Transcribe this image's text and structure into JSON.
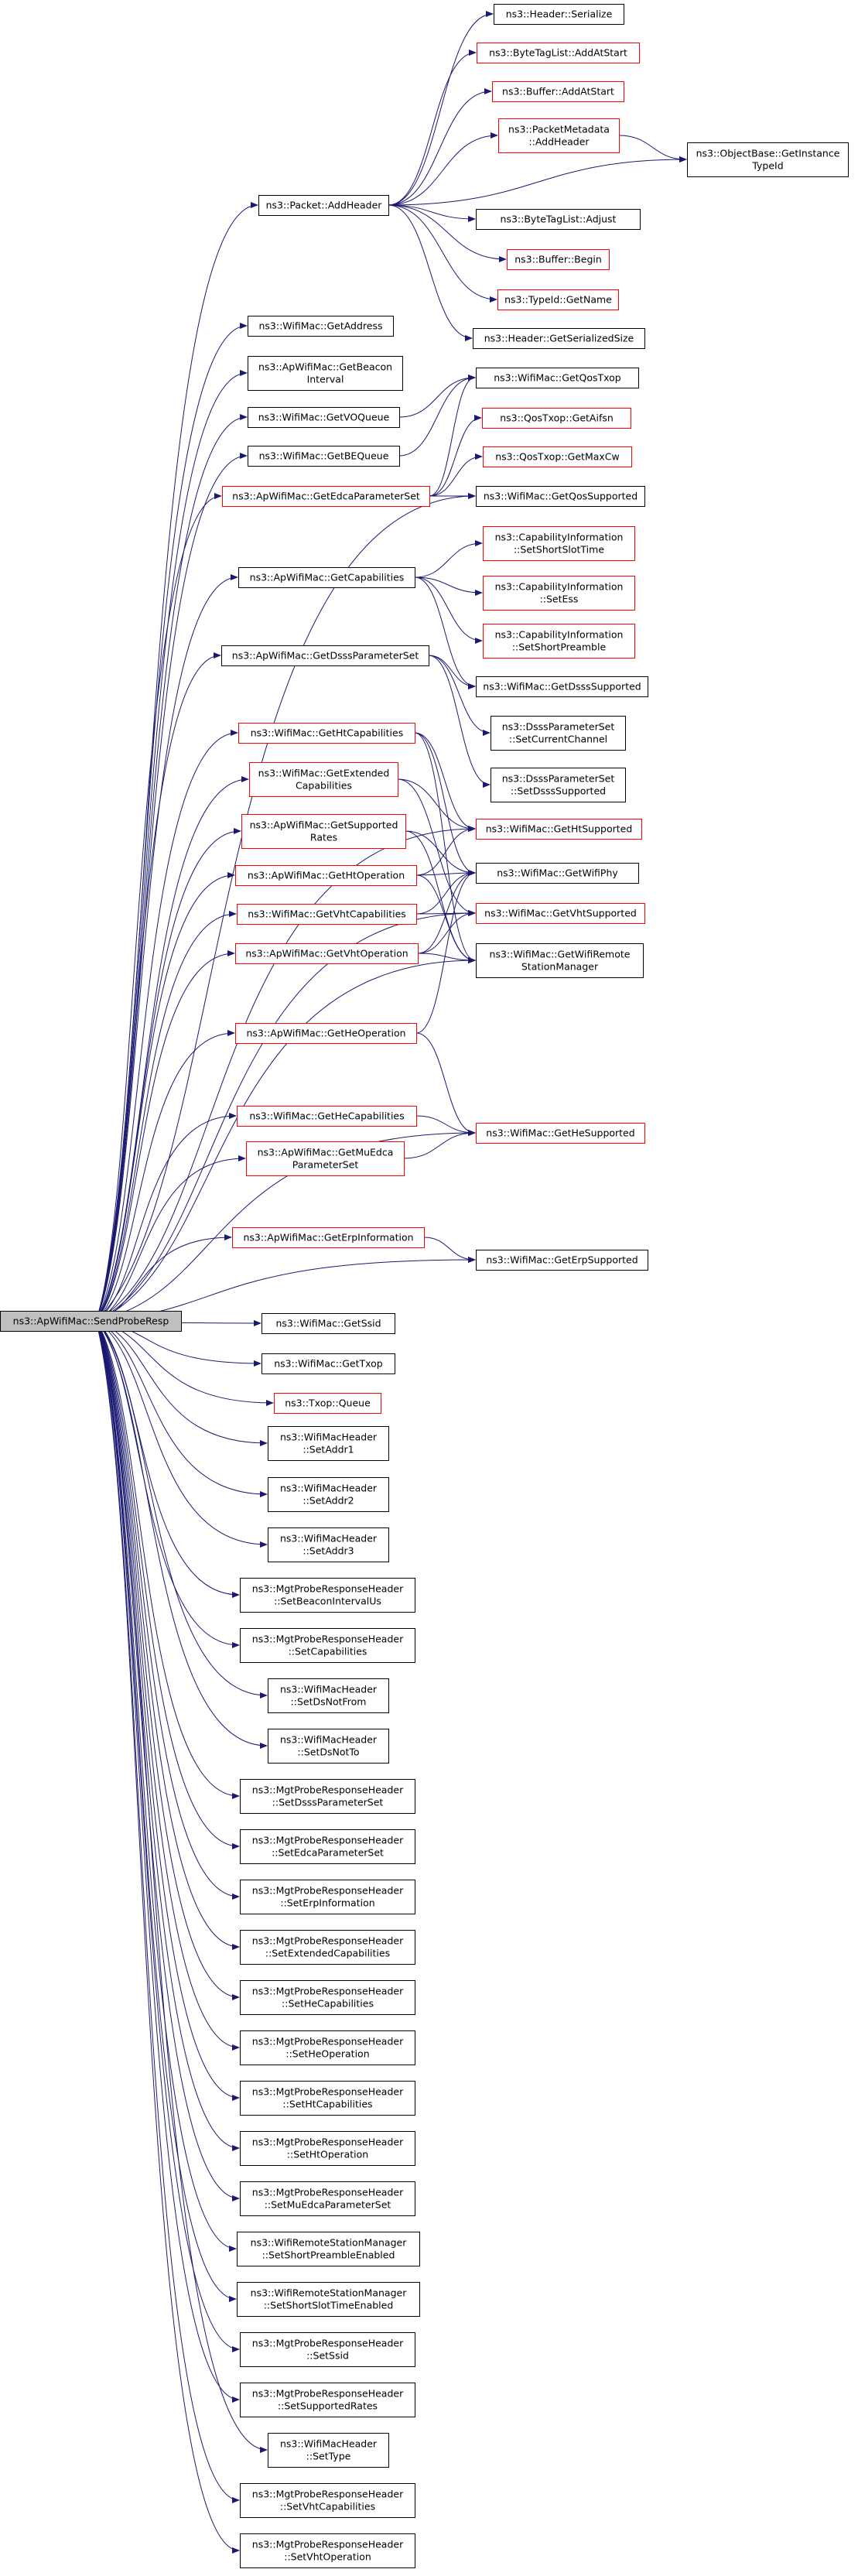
{
  "root": {
    "id": "SendProbeResp",
    "label": "ns3::ApWifiMac::SendProbeResp"
  },
  "colors": {
    "edge": "#191970",
    "border_black": "#000000",
    "border_red": "#ff0000",
    "root_fill": "#bfbfbf",
    "node_fill": "#ffffff"
  },
  "nodes": [
    {
      "id": "AddHeader",
      "lines": [
        "ns3::Packet::AddHeader"
      ],
      "border": "black"
    },
    {
      "id": "Serialize",
      "lines": [
        "ns3::Header::Serialize"
      ],
      "border": "black"
    },
    {
      "id": "BTLAddAtStart",
      "lines": [
        "ns3::ByteTagList::AddAtStart"
      ],
      "border": "red"
    },
    {
      "id": "BufAddAtStart",
      "lines": [
        "ns3::Buffer::AddAtStart"
      ],
      "border": "red"
    },
    {
      "id": "PMAddHeader",
      "lines": [
        "ns3::PacketMetadata",
        "::AddHeader"
      ],
      "border": "red"
    },
    {
      "id": "GetInstanceTypeId",
      "lines": [
        "ns3::ObjectBase::GetInstance",
        "TypeId"
      ],
      "border": "black"
    },
    {
      "id": "BTLAdjust",
      "lines": [
        "ns3::ByteTagList::Adjust"
      ],
      "border": "black"
    },
    {
      "id": "BufBegin",
      "lines": [
        "ns3::Buffer::Begin"
      ],
      "border": "red"
    },
    {
      "id": "TypeIdGetName",
      "lines": [
        "ns3::TypeId::GetName"
      ],
      "border": "red"
    },
    {
      "id": "GetSerializedSize",
      "lines": [
        "ns3::Header::GetSerializedSize"
      ],
      "border": "black"
    },
    {
      "id": "GetAddress",
      "lines": [
        "ns3::WifiMac::GetAddress"
      ],
      "border": "black"
    },
    {
      "id": "GetBeaconInterval",
      "lines": [
        "ns3::ApWifiMac::GetBeacon",
        "Interval"
      ],
      "border": "black"
    },
    {
      "id": "GetVOQueue",
      "lines": [
        "ns3::WifiMac::GetVOQueue"
      ],
      "border": "black"
    },
    {
      "id": "GetBEQueue",
      "lines": [
        "ns3::WifiMac::GetBEQueue"
      ],
      "border": "black"
    },
    {
      "id": "GetEdcaParameterSet",
      "lines": [
        "ns3::ApWifiMac::GetEdcaParameterSet"
      ],
      "border": "red"
    },
    {
      "id": "GetQosTxop",
      "lines": [
        "ns3::WifiMac::GetQosTxop"
      ],
      "border": "black"
    },
    {
      "id": "GetAifsn",
      "lines": [
        "ns3::QosTxop::GetAifsn"
      ],
      "border": "red"
    },
    {
      "id": "GetMaxCw",
      "lines": [
        "ns3::QosTxop::GetMaxCw"
      ],
      "border": "red"
    },
    {
      "id": "GetQosSupported",
      "lines": [
        "ns3::WifiMac::GetQosSupported"
      ],
      "border": "black"
    },
    {
      "id": "GetCapabilities",
      "lines": [
        "ns3::ApWifiMac::GetCapabilities"
      ],
      "border": "black"
    },
    {
      "id": "SetShortSlotTime",
      "lines": [
        "ns3::CapabilityInformation",
        "::SetShortSlotTime"
      ],
      "border": "red"
    },
    {
      "id": "SetEss",
      "lines": [
        "ns3::CapabilityInformation",
        "::SetEss"
      ],
      "border": "red"
    },
    {
      "id": "SetShortPreamble",
      "lines": [
        "ns3::CapabilityInformation",
        "::SetShortPreamble"
      ],
      "border": "red"
    },
    {
      "id": "GetDsssParameterSet",
      "lines": [
        "ns3::ApWifiMac::GetDsssParameterSet"
      ],
      "border": "black"
    },
    {
      "id": "GetDsssSupported",
      "lines": [
        "ns3::WifiMac::GetDsssSupported"
      ],
      "border": "black"
    },
    {
      "id": "SetCurrentChannel",
      "lines": [
        "ns3::DsssParameterSet",
        "::SetCurrentChannel"
      ],
      "border": "black"
    },
    {
      "id": "SetDsssSupported",
      "lines": [
        "ns3::DsssParameterSet",
        "::SetDsssSupported"
      ],
      "border": "black"
    },
    {
      "id": "GetHtCapabilities",
      "lines": [
        "ns3::WifiMac::GetHtCapabilities"
      ],
      "border": "red"
    },
    {
      "id": "GetExtendedCapabilities",
      "lines": [
        "ns3::WifiMac::GetExtended",
        "Capabilities"
      ],
      "border": "red"
    },
    {
      "id": "GetSupportedRates",
      "lines": [
        "ns3::ApWifiMac::GetSupported",
        "Rates"
      ],
      "border": "red"
    },
    {
      "id": "GetHtOperation",
      "lines": [
        "ns3::ApWifiMac::GetHtOperation"
      ],
      "border": "red"
    },
    {
      "id": "GetVhtCapabilities",
      "lines": [
        "ns3::WifiMac::GetVhtCapabilities"
      ],
      "border": "red"
    },
    {
      "id": "GetVhtOperation",
      "lines": [
        "ns3::ApWifiMac::GetVhtOperation"
      ],
      "border": "red"
    },
    {
      "id": "GetHtSupported",
      "lines": [
        "ns3::WifiMac::GetHtSupported"
      ],
      "border": "red"
    },
    {
      "id": "GetWifiPhy",
      "lines": [
        "ns3::WifiMac::GetWifiPhy"
      ],
      "border": "black"
    },
    {
      "id": "GetVhtSupported",
      "lines": [
        "ns3::WifiMac::GetVhtSupported"
      ],
      "border": "red"
    },
    {
      "id": "GetWifiRemoteStationManager",
      "lines": [
        "ns3::WifiMac::GetWifiRemote",
        "StationManager"
      ],
      "border": "black"
    },
    {
      "id": "GetHeOperation",
      "lines": [
        "ns3::ApWifiMac::GetHeOperation"
      ],
      "border": "red"
    },
    {
      "id": "GetHeCapabilities",
      "lines": [
        "ns3::WifiMac::GetHeCapabilities"
      ],
      "border": "red"
    },
    {
      "id": "GetMuEdcaParameterSet",
      "lines": [
        "ns3::ApWifiMac::GetMuEdca",
        "ParameterSet"
      ],
      "border": "red"
    },
    {
      "id": "GetHeSupported",
      "lines": [
        "ns3::WifiMac::GetHeSupported"
      ],
      "border": "red"
    },
    {
      "id": "GetErpInformation",
      "lines": [
        "ns3::ApWifiMac::GetErpInformation"
      ],
      "border": "red"
    },
    {
      "id": "GetErpSupported",
      "lines": [
        "ns3::WifiMac::GetErpSupported"
      ],
      "border": "black"
    },
    {
      "id": "GetSsid",
      "lines": [
        "ns3::WifiMac::GetSsid"
      ],
      "border": "black"
    },
    {
      "id": "GetTxop",
      "lines": [
        "ns3::WifiMac::GetTxop"
      ],
      "border": "black"
    },
    {
      "id": "TxopQueue",
      "lines": [
        "ns3::Txop::Queue"
      ],
      "border": "red"
    },
    {
      "id": "SetAddr1",
      "lines": [
        "ns3::WifiMacHeader",
        "::SetAddr1"
      ],
      "border": "black"
    },
    {
      "id": "SetAddr2",
      "lines": [
        "ns3::WifiMacHeader",
        "::SetAddr2"
      ],
      "border": "black"
    },
    {
      "id": "SetAddr3",
      "lines": [
        "ns3::WifiMacHeader",
        "::SetAddr3"
      ],
      "border": "black"
    },
    {
      "id": "SetBeaconIntervalUs",
      "lines": [
        "ns3::MgtProbeResponseHeader",
        "::SetBeaconIntervalUs"
      ],
      "border": "black"
    },
    {
      "id": "SetCapabilities",
      "lines": [
        "ns3::MgtProbeResponseHeader",
        "::SetCapabilities"
      ],
      "border": "black"
    },
    {
      "id": "SetDsNotFrom",
      "lines": [
        "ns3::WifiMacHeader",
        "::SetDsNotFrom"
      ],
      "border": "black"
    },
    {
      "id": "SetDsNotTo",
      "lines": [
        "ns3::WifiMacHeader",
        "::SetDsNotTo"
      ],
      "border": "black"
    },
    {
      "id": "SetDsssParameterSet",
      "lines": [
        "ns3::MgtProbeResponseHeader",
        "::SetDsssParameterSet"
      ],
      "border": "black"
    },
    {
      "id": "SetEdcaParameterSet",
      "lines": [
        "ns3::MgtProbeResponseHeader",
        "::SetEdcaParameterSet"
      ],
      "border": "black"
    },
    {
      "id": "SetErpInformation",
      "lines": [
        "ns3::MgtProbeResponseHeader",
        "::SetErpInformation"
      ],
      "border": "black"
    },
    {
      "id": "SetExtendedCapabilities",
      "lines": [
        "ns3::MgtProbeResponseHeader",
        "::SetExtendedCapabilities"
      ],
      "border": "black"
    },
    {
      "id": "SetHeCapabilities",
      "lines": [
        "ns3::MgtProbeResponseHeader",
        "::SetHeCapabilities"
      ],
      "border": "black"
    },
    {
      "id": "SetHeOperation",
      "lines": [
        "ns3::MgtProbeResponseHeader",
        "::SetHeOperation"
      ],
      "border": "black"
    },
    {
      "id": "SetHtCapabilities",
      "lines": [
        "ns3::MgtProbeResponseHeader",
        "::SetHtCapabilities"
      ],
      "border": "black"
    },
    {
      "id": "SetHtOperation",
      "lines": [
        "ns3::MgtProbeResponseHeader",
        "::SetHtOperation"
      ],
      "border": "black"
    },
    {
      "id": "SetMuEdcaParameterSet",
      "lines": [
        "ns3::MgtProbeResponseHeader",
        "::SetMuEdcaParameterSet"
      ],
      "border": "black"
    },
    {
      "id": "SetShortPreambleEnabled",
      "lines": [
        "ns3::WifiRemoteStationManager",
        "::SetShortPreambleEnabled"
      ],
      "border": "black"
    },
    {
      "id": "SetShortSlotTimeEnabled",
      "lines": [
        "ns3::WifiRemoteStationManager",
        "::SetShortSlotTimeEnabled"
      ],
      "border": "black"
    },
    {
      "id": "SetSsid",
      "lines": [
        "ns3::MgtProbeResponseHeader",
        "::SetSsid"
      ],
      "border": "black"
    },
    {
      "id": "SetSupportedRates",
      "lines": [
        "ns3::MgtProbeResponseHeader",
        "::SetSupportedRates"
      ],
      "border": "black"
    },
    {
      "id": "SetType",
      "lines": [
        "ns3::WifiMacHeader",
        "::SetType"
      ],
      "border": "black"
    },
    {
      "id": "SetVhtCapabilities",
      "lines": [
        "ns3::MgtProbeResponseHeader",
        "::SetVhtCapabilities"
      ],
      "border": "black"
    },
    {
      "id": "SetVhtOperation",
      "lines": [
        "ns3::MgtProbeResponseHeader",
        "::SetVhtOperation"
      ],
      "border": "black"
    }
  ],
  "edges": [
    [
      "SendProbeResp",
      "AddHeader"
    ],
    [
      "SendProbeResp",
      "GetAddress"
    ],
    [
      "SendProbeResp",
      "GetBeaconInterval"
    ],
    [
      "SendProbeResp",
      "GetVOQueue"
    ],
    [
      "SendProbeResp",
      "GetBEQueue"
    ],
    [
      "SendProbeResp",
      "GetEdcaParameterSet"
    ],
    [
      "SendProbeResp",
      "GetQosSupported"
    ],
    [
      "SendProbeResp",
      "GetCapabilities"
    ],
    [
      "SendProbeResp",
      "GetDsssParameterSet"
    ],
    [
      "SendProbeResp",
      "GetHtCapabilities"
    ],
    [
      "SendProbeResp",
      "GetExtendedCapabilities"
    ],
    [
      "SendProbeResp",
      "GetSupportedRates"
    ],
    [
      "SendProbeResp",
      "GetHtOperation"
    ],
    [
      "SendProbeResp",
      "GetVhtCapabilities"
    ],
    [
      "SendProbeResp",
      "GetVhtOperation"
    ],
    [
      "SendProbeResp",
      "GetHeOperation"
    ],
    [
      "SendProbeResp",
      "GetHeCapabilities"
    ],
    [
      "SendProbeResp",
      "GetMuEdcaParameterSet"
    ],
    [
      "SendProbeResp",
      "GetErpInformation"
    ],
    [
      "SendProbeResp",
      "GetErpSupported"
    ],
    [
      "SendProbeResp",
      "GetHtSupported"
    ],
    [
      "SendProbeResp",
      "GetVhtSupported"
    ],
    [
      "SendProbeResp",
      "GetHeSupported"
    ],
    [
      "SendProbeResp",
      "GetWifiRemoteStationManager"
    ],
    [
      "SendProbeResp",
      "GetSsid"
    ],
    [
      "SendProbeResp",
      "GetTxop"
    ],
    [
      "SendProbeResp",
      "TxopQueue"
    ],
    [
      "SendProbeResp",
      "SetAddr1"
    ],
    [
      "SendProbeResp",
      "SetAddr2"
    ],
    [
      "SendProbeResp",
      "SetAddr3"
    ],
    [
      "SendProbeResp",
      "SetBeaconIntervalUs"
    ],
    [
      "SendProbeResp",
      "SetCapabilities"
    ],
    [
      "SendProbeResp",
      "SetDsNotFrom"
    ],
    [
      "SendProbeResp",
      "SetDsNotTo"
    ],
    [
      "SendProbeResp",
      "SetDsssParameterSet"
    ],
    [
      "SendProbeResp",
      "SetEdcaParameterSet"
    ],
    [
      "SendProbeResp",
      "SetErpInformation"
    ],
    [
      "SendProbeResp",
      "SetExtendedCapabilities"
    ],
    [
      "SendProbeResp",
      "SetHeCapabilities"
    ],
    [
      "SendProbeResp",
      "SetHeOperation"
    ],
    [
      "SendProbeResp",
      "SetHtCapabilities"
    ],
    [
      "SendProbeResp",
      "SetHtOperation"
    ],
    [
      "SendProbeResp",
      "SetMuEdcaParameterSet"
    ],
    [
      "SendProbeResp",
      "SetShortPreambleEnabled"
    ],
    [
      "SendProbeResp",
      "SetShortSlotTimeEnabled"
    ],
    [
      "SendProbeResp",
      "SetSsid"
    ],
    [
      "SendProbeResp",
      "SetSupportedRates"
    ],
    [
      "SendProbeResp",
      "SetType"
    ],
    [
      "SendProbeResp",
      "SetVhtCapabilities"
    ],
    [
      "SendProbeResp",
      "SetVhtOperation"
    ],
    [
      "AddHeader",
      "Serialize"
    ],
    [
      "AddHeader",
      "BTLAddAtStart"
    ],
    [
      "AddHeader",
      "BufAddAtStart"
    ],
    [
      "AddHeader",
      "PMAddHeader"
    ],
    [
      "AddHeader",
      "GetInstanceTypeId"
    ],
    [
      "AddHeader",
      "BTLAdjust"
    ],
    [
      "AddHeader",
      "BufBegin"
    ],
    [
      "AddHeader",
      "TypeIdGetName"
    ],
    [
      "AddHeader",
      "GetSerializedSize"
    ],
    [
      "PMAddHeader",
      "GetInstanceTypeId"
    ],
    [
      "GetVOQueue",
      "GetQosTxop"
    ],
    [
      "GetBEQueue",
      "GetQosTxop"
    ],
    [
      "GetEdcaParameterSet",
      "GetQosTxop"
    ],
    [
      "GetEdcaParameterSet",
      "GetAifsn"
    ],
    [
      "GetEdcaParameterSet",
      "GetMaxCw"
    ],
    [
      "GetEdcaParameterSet",
      "GetQosSupported"
    ],
    [
      "GetCapabilities",
      "SetShortSlotTime"
    ],
    [
      "GetCapabilities",
      "SetEss"
    ],
    [
      "GetCapabilities",
      "SetShortPreamble"
    ],
    [
      "GetCapabilities",
      "GetDsssSupported"
    ],
    [
      "GetDsssParameterSet",
      "GetDsssSupported"
    ],
    [
      "GetDsssParameterSet",
      "SetCurrentChannel"
    ],
    [
      "GetDsssParameterSet",
      "SetDsssSupported"
    ],
    [
      "GetHtCapabilities",
      "GetHtSupported"
    ],
    [
      "GetHtCapabilities",
      "GetWifiPhy"
    ],
    [
      "GetHtCapabilities",
      "GetWifiRemoteStationManager"
    ],
    [
      "GetExtendedCapabilities",
      "GetHtSupported"
    ],
    [
      "GetExtendedCapabilities",
      "GetVhtSupported"
    ],
    [
      "GetSupportedRates",
      "GetWifiPhy"
    ],
    [
      "GetSupportedRates",
      "GetWifiRemoteStationManager"
    ],
    [
      "GetHtOperation",
      "GetHtSupported"
    ],
    [
      "GetHtOperation",
      "GetWifiPhy"
    ],
    [
      "GetHtOperation",
      "GetWifiRemoteStationManager"
    ],
    [
      "GetVhtCapabilities",
      "GetVhtSupported"
    ],
    [
      "GetVhtCapabilities",
      "GetWifiPhy"
    ],
    [
      "GetVhtOperation",
      "GetVhtSupported"
    ],
    [
      "GetVhtOperation",
      "GetWifiPhy"
    ],
    [
      "GetVhtOperation",
      "GetWifiRemoteStationManager"
    ],
    [
      "GetHeOperation",
      "GetHeSupported"
    ],
    [
      "GetHeOperation",
      "GetWifiPhy"
    ],
    [
      "GetHeCapabilities",
      "GetHeSupported"
    ],
    [
      "GetMuEdcaParameterSet",
      "GetHeSupported"
    ],
    [
      "GetErpInformation",
      "GetErpSupported"
    ]
  ]
}
